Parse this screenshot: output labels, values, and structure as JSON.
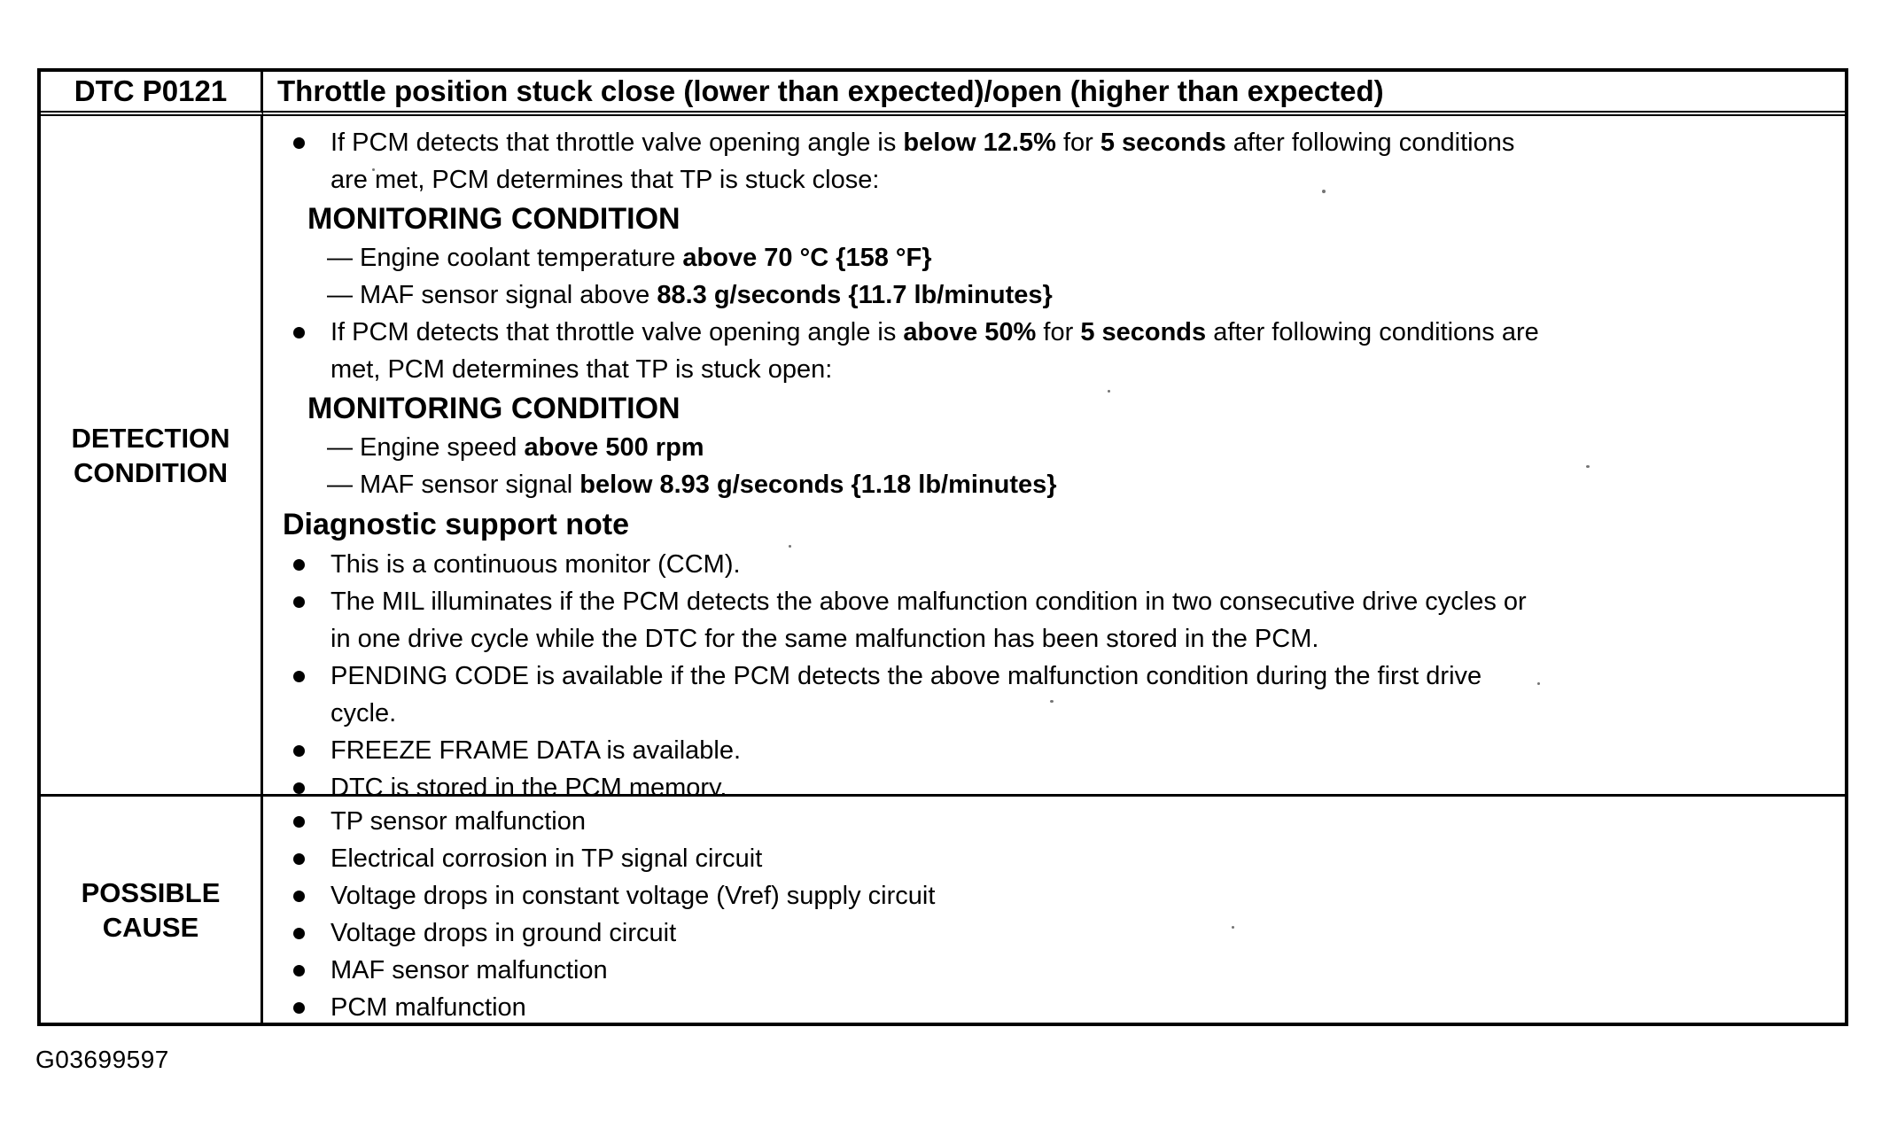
{
  "header": {
    "dtc_code": "DTC P0121",
    "title": "Throttle position stuck close (lower than expected)/open (higher than expected)"
  },
  "detection": {
    "label": "DETECTION CONDITION",
    "rows": [
      {
        "kind": "bullet",
        "segments": [
          {
            "text": "If PCM detects that throttle valve opening angle is ",
            "bold": false
          },
          {
            "text": "below 12.5%",
            "bold": true
          },
          {
            "text": " for ",
            "bold": false
          },
          {
            "text": "5 seconds",
            "bold": true
          },
          {
            "text": " after following conditions",
            "bold": false
          }
        ]
      },
      {
        "kind": "cont",
        "segments": [
          {
            "text": "are met, PCM determines that TP is stuck close:",
            "bold": false
          }
        ]
      },
      {
        "kind": "sub",
        "segments": [
          {
            "text": "MONITORING CONDITION",
            "bold": true
          }
        ]
      },
      {
        "kind": "dash",
        "segments": [
          {
            "text": "— Engine coolant temperature ",
            "bold": false
          },
          {
            "text": "above 70 °C {158 °F}",
            "bold": true
          }
        ]
      },
      {
        "kind": "dash",
        "segments": [
          {
            "text": "— MAF sensor signal above ",
            "bold": false
          },
          {
            "text": "88.3 g/seconds {11.7 lb/minutes}",
            "bold": true
          }
        ]
      },
      {
        "kind": "bullet",
        "segments": [
          {
            "text": "If PCM detects that throttle valve opening angle is ",
            "bold": false
          },
          {
            "text": "above 50%",
            "bold": true
          },
          {
            "text": " for ",
            "bold": false
          },
          {
            "text": "5 seconds",
            "bold": true
          },
          {
            "text": " after following conditions are",
            "bold": false
          }
        ]
      },
      {
        "kind": "cont",
        "segments": [
          {
            "text": "met, PCM determines that TP is stuck open:",
            "bold": false
          }
        ]
      },
      {
        "kind": "sub",
        "segments": [
          {
            "text": "MONITORING CONDITION",
            "bold": true
          }
        ]
      },
      {
        "kind": "dash",
        "segments": [
          {
            "text": "— Engine speed ",
            "bold": false
          },
          {
            "text": "above 500 rpm",
            "bold": true
          }
        ]
      },
      {
        "kind": "dash",
        "segments": [
          {
            "text": "— MAF sensor signal ",
            "bold": false
          },
          {
            "text": "below 8.93 g/seconds {1.18 lb/minutes}",
            "bold": true
          }
        ]
      },
      {
        "kind": "note",
        "segments": [
          {
            "text": "Diagnostic support note",
            "bold": true
          }
        ]
      },
      {
        "kind": "bullet",
        "segments": [
          {
            "text": "This is a continuous monitor (CCM).",
            "bold": false
          }
        ]
      },
      {
        "kind": "bullet",
        "segments": [
          {
            "text": "The MIL illuminates if the PCM detects the above malfunction condition in two consecutive drive cycles or",
            "bold": false
          }
        ]
      },
      {
        "kind": "cont",
        "segments": [
          {
            "text": "in one drive cycle while the DTC for the same malfunction has been stored in the PCM.",
            "bold": false
          }
        ]
      },
      {
        "kind": "bullet",
        "segments": [
          {
            "text": "PENDING CODE is available if the PCM detects the above malfunction condition during the first drive",
            "bold": false
          }
        ]
      },
      {
        "kind": "cont",
        "segments": [
          {
            "text": "cycle.",
            "bold": false
          }
        ]
      },
      {
        "kind": "bullet",
        "segments": [
          {
            "text": "FREEZE FRAME DATA is available.",
            "bold": false
          }
        ]
      },
      {
        "kind": "bullet",
        "segments": [
          {
            "text": "DTC is stored in the PCM memory.",
            "bold": false
          }
        ]
      }
    ]
  },
  "causes": {
    "label": "POSSIBLE CAUSE",
    "rows": [
      {
        "kind": "bullet",
        "segments": [
          {
            "text": "TP sensor malfunction",
            "bold": false
          }
        ]
      },
      {
        "kind": "bullet",
        "segments": [
          {
            "text": "Electrical corrosion in TP signal circuit",
            "bold": false
          }
        ]
      },
      {
        "kind": "bullet",
        "segments": [
          {
            "text": "Voltage drops in constant voltage (Vref) supply circuit",
            "bold": false
          }
        ]
      },
      {
        "kind": "bullet",
        "segments": [
          {
            "text": "Voltage drops in ground circuit",
            "bold": false
          }
        ]
      },
      {
        "kind": "bullet",
        "segments": [
          {
            "text": "MAF sensor malfunction",
            "bold": false
          }
        ]
      },
      {
        "kind": "bullet",
        "segments": [
          {
            "text": "PCM malfunction",
            "bold": false
          }
        ]
      }
    ]
  },
  "footer": {
    "figure_id": "G03699597"
  }
}
